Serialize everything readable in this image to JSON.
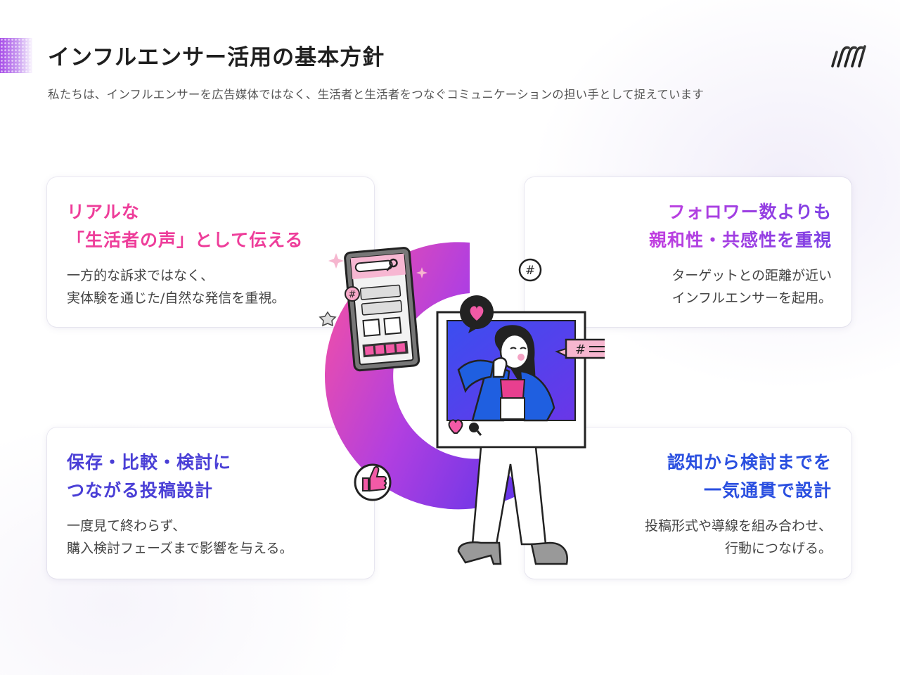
{
  "header": {
    "title": "インフルエンサー活用の基本方針",
    "subtitle": "私たちは、インフルエンサーを広告媒体ではなく、生活者と生活者をつなぐコミュニケーションの担い手として捉えています"
  },
  "cards": {
    "top_left": {
      "title_line1": "リアルな",
      "title_line2": "「生活者の声」として伝える",
      "body_line1": "一方的な訴求ではなく、",
      "body_line2": "実体験を通じた/自然な発信を重視。"
    },
    "top_right": {
      "title_line1": "フォロワー数よりも",
      "title_line2": "親和性・共感性を重視",
      "body_line1": "ターゲットとの距離が近い",
      "body_line2": "インフルエンサーを起用。"
    },
    "bottom_left": {
      "title_line1": "保存・比較・検討に",
      "title_line2": "つながる投稿設計",
      "body_line1": "一度見て終わらず、",
      "body_line2": "購入検討フェーズまで影響を与える。"
    },
    "bottom_right": {
      "title_line1": "認知から検討までを",
      "title_line2": "一気通貫で設計",
      "body_line1": "投稿形式や導線を組み合わせ、",
      "body_line2": "行動につなげる。"
    }
  },
  "illustration": {
    "hash_symbol": "#",
    "ring_colors": [
      "#f04fa8",
      "#b13fe0",
      "#6a36e8"
    ],
    "icons": [
      "heart-icon",
      "hashtag-icon",
      "thumbs-up-icon",
      "search-icon",
      "sparkle-icon",
      "star-icon"
    ]
  },
  "colors": {
    "pink": "#ee3d9a",
    "purple": "#8b3fe4",
    "indigo": "#4a3fd6",
    "blue": "#2a4fe0"
  }
}
